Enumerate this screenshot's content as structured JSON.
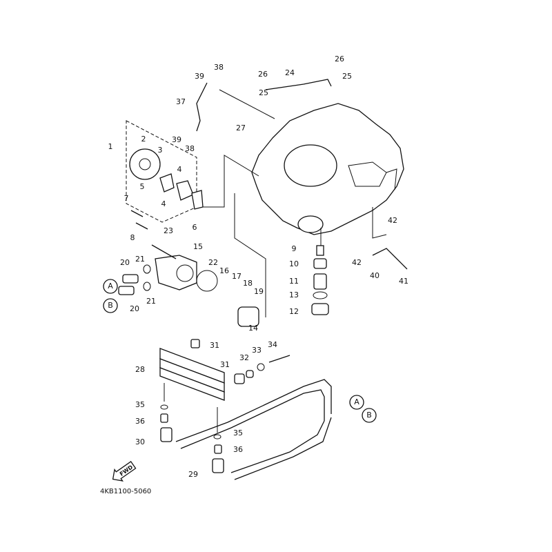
{
  "diagram_code": "4KB1100-5060",
  "direction_label": "FWD",
  "connectors": [
    "A",
    "B",
    "A",
    "B"
  ],
  "callouts": [
    "39",
    "38",
    "37",
    "39",
    "38",
    "26",
    "24",
    "26",
    "25",
    "25",
    "27",
    "1",
    "2",
    "3",
    "4",
    "5",
    "4",
    "7",
    "8",
    "6",
    "23",
    "15",
    "20",
    "21",
    "22",
    "16",
    "17",
    "18",
    "19",
    "21",
    "20",
    "9",
    "10",
    "11",
    "13",
    "12",
    "14",
    "42",
    "42",
    "40",
    "41",
    "31",
    "28",
    "31",
    "32",
    "33",
    "34",
    "35",
    "36",
    "30",
    "35",
    "36",
    "29"
  ]
}
